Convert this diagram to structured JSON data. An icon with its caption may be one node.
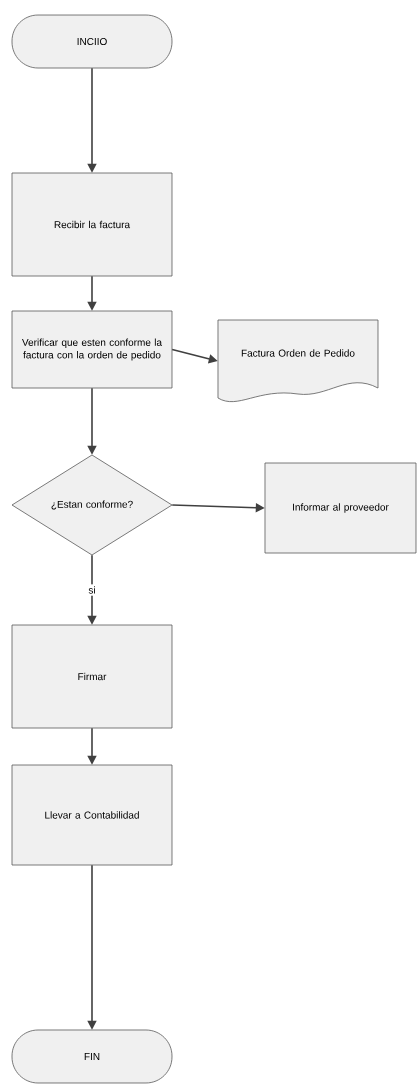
{
  "diagram": {
    "nodes": [
      {
        "text": [
          "INCIIO"
        ]
      },
      {
        "text": [
          "Recibir la factura"
        ]
      },
      {
        "text": [
          "Verificar que esten conforme la factura con la orden de pedido"
        ]
      },
      {
        "text": [
          "Factura Orden de Pedido"
        ]
      },
      {
        "text": [
          "¿Estan conforme?"
        ]
      },
      {
        "text": [
          "Informar al proveedor"
        ]
      },
      {
        "text": [
          "Firmar"
        ]
      },
      {
        "text": [
          "Llevar a Contabilidad"
        ]
      },
      {
        "text": [
          "FIN"
        ]
      }
    ],
    "edges": [
      {
        "from": 0,
        "to": 1,
        "arrow": "to"
      },
      {
        "from": 1,
        "to": 2,
        "arrow": "to"
      },
      {
        "from": 2,
        "to": 3,
        "arrow": "to"
      },
      {
        "from": 2,
        "to": 4,
        "arrow": "to"
      },
      {
        "from": 4,
        "to": 5,
        "arrow": "to"
      },
      {
        "from": 4,
        "to": 6,
        "arrow": "to",
        "label": "si"
      },
      {
        "from": 6,
        "to": 7,
        "arrow": "to"
      },
      {
        "from": 7,
        "to": 8,
        "arrow": "to"
      }
    ]
  }
}
